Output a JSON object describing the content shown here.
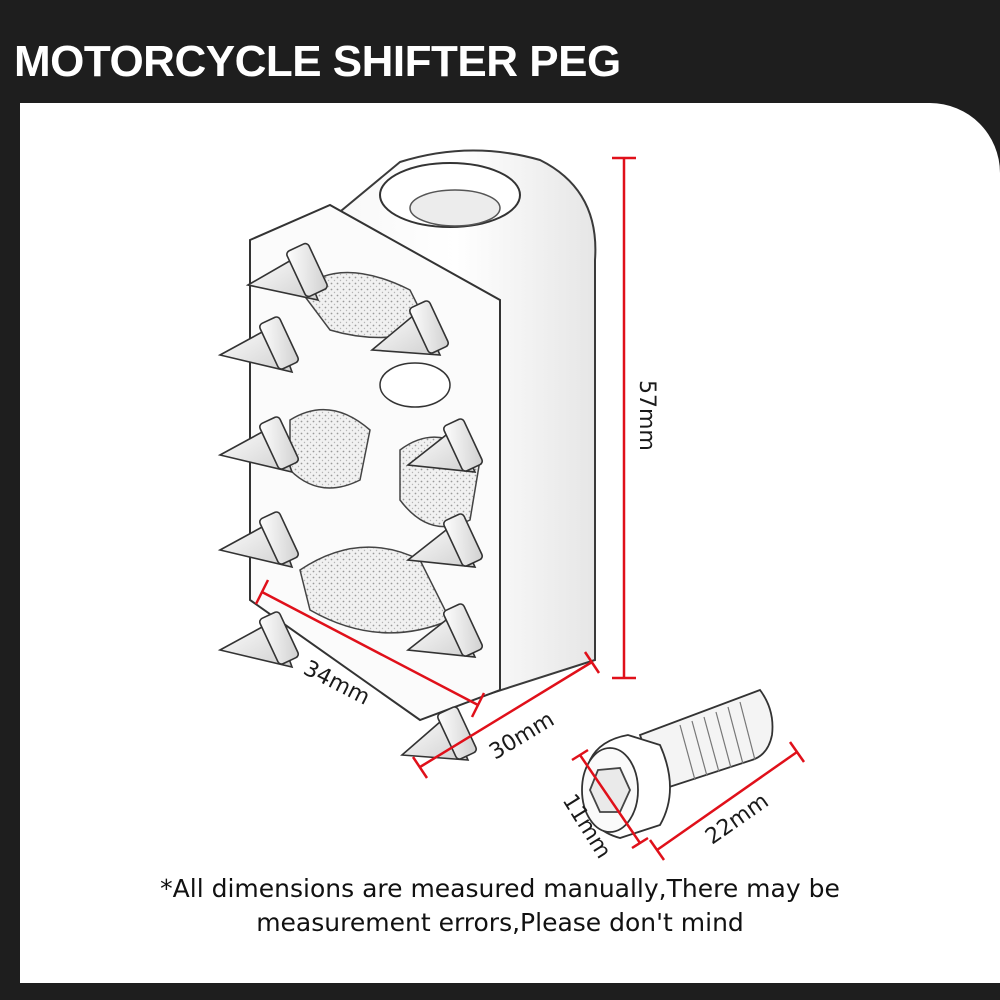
{
  "header": {
    "title": "MOTORCYCLE SHIFTER PEG"
  },
  "dimensions": {
    "height": "57mm",
    "length": "34mm",
    "width": "30mm",
    "bolt_diameter": "11mm",
    "bolt_length": "22mm"
  },
  "note": {
    "line1": "*All dimensions are measured manually,There may be",
    "line2": "measurement errors,Please don't mind"
  },
  "colors": {
    "header_bg": "#1e1e1e",
    "title_text": "#ffffff",
    "dimension_line": "#e0101a",
    "panel_bg": "#ffffff"
  }
}
